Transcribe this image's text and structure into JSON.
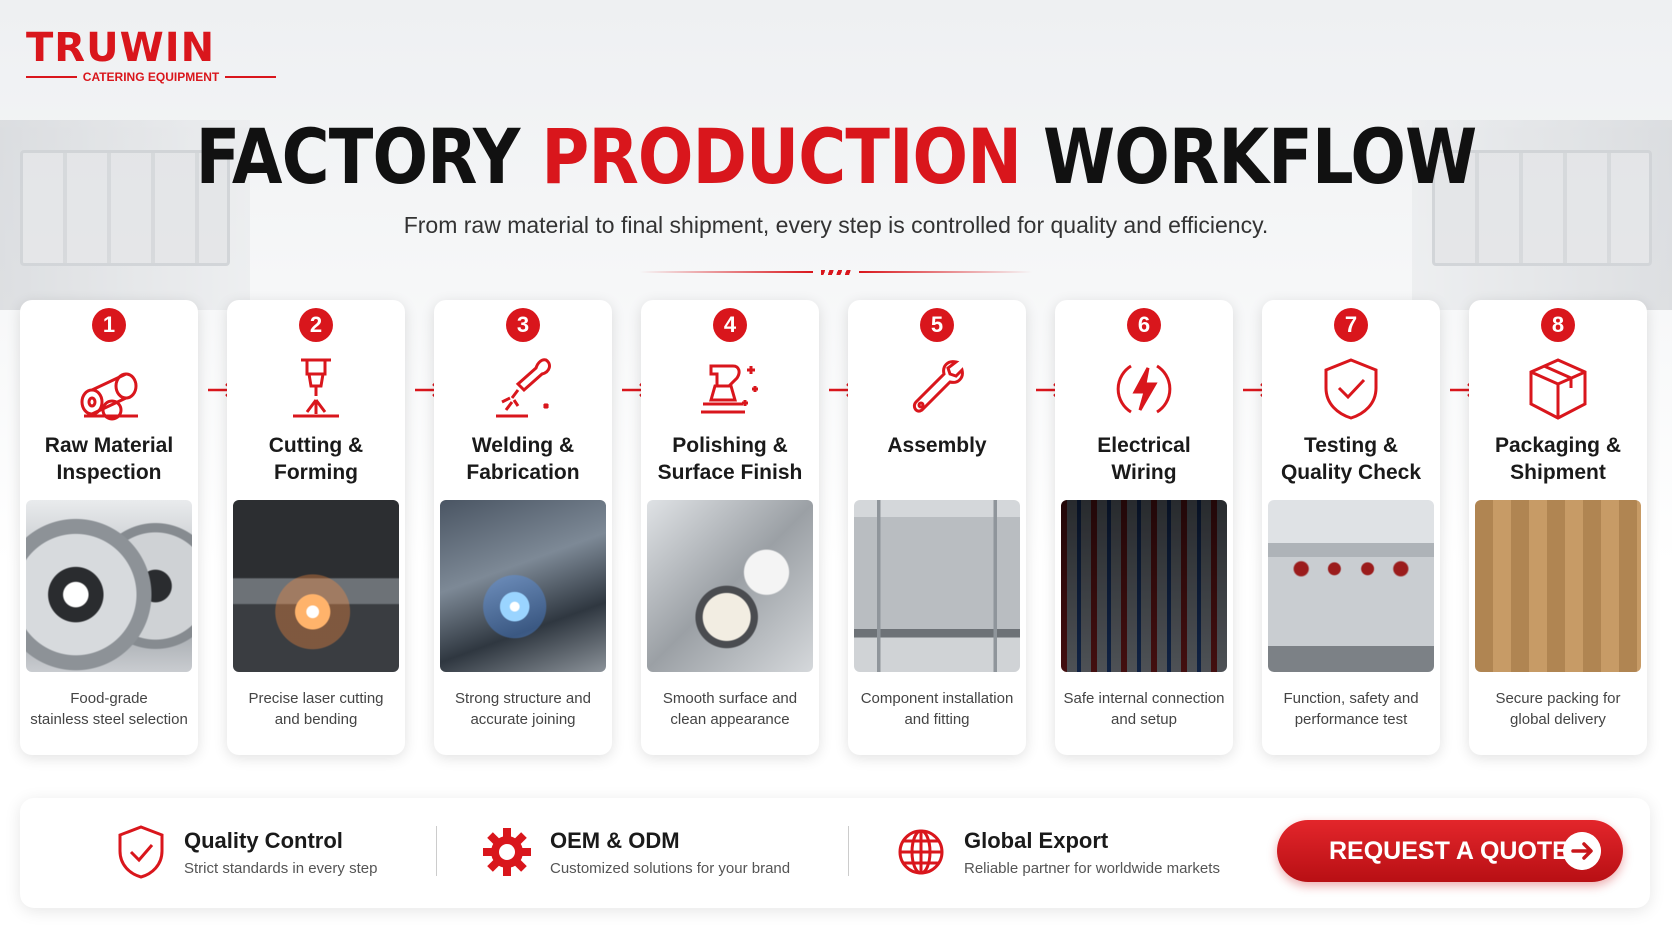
{
  "brand": {
    "name": "TRUWIN",
    "tagline": "CATERING EQUIPMENT",
    "accent": "#d9161c"
  },
  "header": {
    "title_part1": "FACTORY",
    "title_part2": "PRODUCTION",
    "title_part3": "WORKFLOW",
    "subtitle": "From raw material to final shipment, every step is controlled for quality and efficiency."
  },
  "steps": [
    {
      "number": "1",
      "title_line1": "Raw Material",
      "title_line2": "Inspection",
      "desc_line1": "Food-grade",
      "desc_line2": "stainless steel selection",
      "icon": "steel-rolls-icon"
    },
    {
      "number": "2",
      "title_line1": "Cutting &",
      "title_line2": "Forming",
      "desc_line1": "Precise laser cutting",
      "desc_line2": "and bending",
      "icon": "laser-cutter-icon"
    },
    {
      "number": "3",
      "title_line1": "Welding &",
      "title_line2": "Fabrication",
      "desc_line1": "Strong structure and",
      "desc_line2": "accurate joining",
      "icon": "welding-torch-icon"
    },
    {
      "number": "4",
      "title_line1": "Polishing &",
      "title_line2": "Surface Finish",
      "desc_line1": "Smooth surface and",
      "desc_line2": "clean appearance",
      "icon": "polisher-icon"
    },
    {
      "number": "5",
      "title_line1": "Assembly",
      "title_line2": "",
      "desc_line1": "Component installation",
      "desc_line2": "and fitting",
      "icon": "wrench-icon"
    },
    {
      "number": "6",
      "title_line1": "Electrical",
      "title_line2": "Wiring",
      "desc_line1": "Safe internal connection",
      "desc_line2": "and setup",
      "icon": "lightning-icon"
    },
    {
      "number": "7",
      "title_line1": "Testing &",
      "title_line2": "Quality Check",
      "desc_line1": "Function, safety and",
      "desc_line2": "performance test",
      "icon": "shield-check-icon"
    },
    {
      "number": "8",
      "title_line1": "Packaging &",
      "title_line2": "Shipment",
      "desc_line1": "Secure packing for",
      "desc_line2": "global delivery",
      "icon": "box-icon"
    }
  ],
  "features": [
    {
      "title": "Quality Control",
      "desc": "Strict standards in every step",
      "icon": "shield-check-icon"
    },
    {
      "title": "OEM & ODM",
      "desc": "Customized solutions for your brand",
      "icon": "gear-icon"
    },
    {
      "title": "Global Export",
      "desc": "Reliable partner for worldwide markets",
      "icon": "globe-icon"
    }
  ],
  "cta": {
    "label": "REQUEST A QUOTE"
  }
}
